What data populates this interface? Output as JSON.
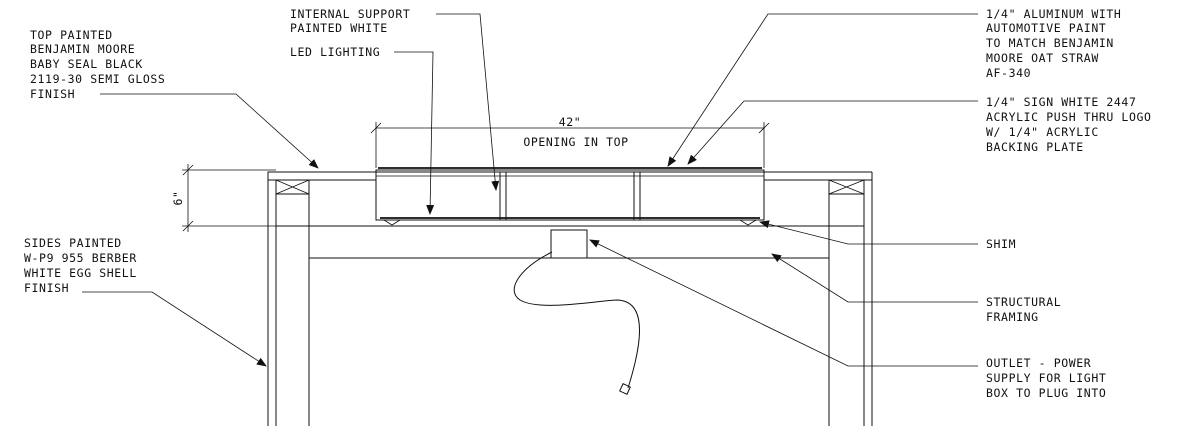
{
  "diagram": {
    "dimensions": {
      "opening_width": "42\"",
      "opening_caption": "OPENING IN TOP",
      "depth": "6\""
    },
    "callouts": [
      {
        "id": "top-finish",
        "lines": [
          "TOP PAINTED",
          "BENJAMIN MOORE",
          "BABY SEAL BLACK",
          "2119-30 SEMI GLOSS",
          "FINISH"
        ]
      },
      {
        "id": "internal-support",
        "lines": [
          "INTERNAL SUPPORT",
          "PAINTED WHITE"
        ]
      },
      {
        "id": "led-lighting",
        "lines": [
          "LED LIGHTING"
        ]
      },
      {
        "id": "aluminum",
        "lines": [
          "1/4\" ALUMINUM WITH",
          "AUTOMOTIVE PAINT",
          "TO MATCH BENJAMIN",
          "MOORE OAT STRAW",
          "AF-340"
        ]
      },
      {
        "id": "acrylic-sign",
        "lines": [
          "1/4\" SIGN WHITE 2447",
          "ACRYLIC PUSH THRU LOGO",
          "W/ 1/4\" ACRYLIC",
          "BACKING PLATE"
        ]
      },
      {
        "id": "sides-finish",
        "lines": [
          "SIDES PAINTED",
          "W-P9 955 BERBER",
          "WHITE EGG SHELL",
          "FINISH"
        ]
      },
      {
        "id": "shim",
        "lines": [
          "SHIM"
        ]
      },
      {
        "id": "structural-framing",
        "lines": [
          "STRUCTURAL",
          "FRAMING"
        ]
      },
      {
        "id": "outlet",
        "lines": [
          "OUTLET - POWER",
          "SUPPLY FOR LIGHT",
          "BOX TO PLUG INTO"
        ]
      }
    ]
  }
}
